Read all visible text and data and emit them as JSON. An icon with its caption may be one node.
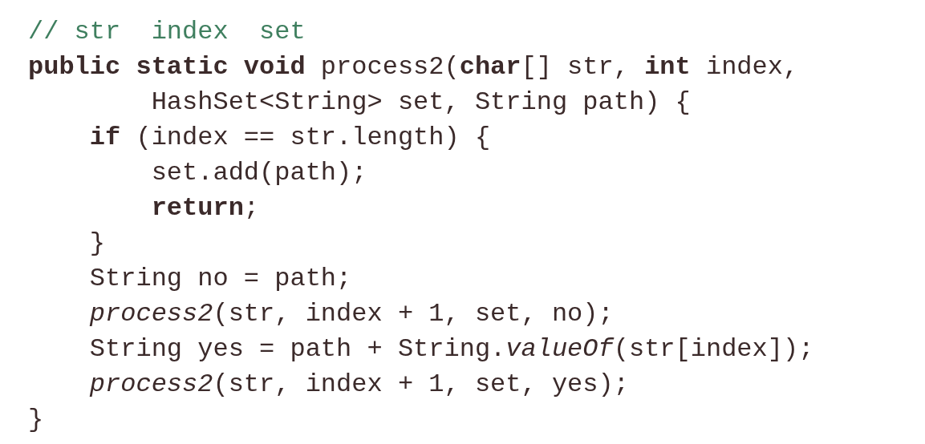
{
  "diagram": {
    "labels": [
      "// str  index  set",
      "**public** **static** **void** process2(**char**[] str, **int** index,",
      "        HashSet<String> set, String path) {",
      "    **if** (index == str.length) {",
      "        set.add(path);",
      "        **return**;",
      "    }",
      "    String no = path;",
      "    *process2*(str, index + 1, set, no);",
      "    String yes = path + String.*valueOf*(str[index]);",
      "    *process2*(str, index + 1, set, yes);",
      "}"
    ]
  }
}
